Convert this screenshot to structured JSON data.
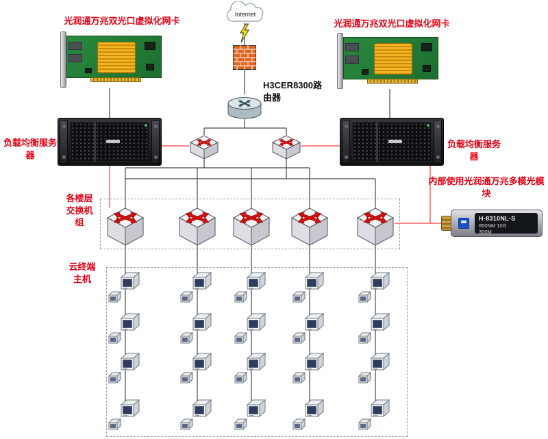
{
  "colors": {
    "label_red": "#e60012",
    "line_red": "#ff3a3a",
    "line_black": "#454545",
    "arrow_red": "#d40d0d"
  },
  "labels": {
    "nic_left": "光润通万兆双光口虚拟化网卡",
    "nic_right": "光润通万兆双光口虚拟化网卡",
    "internet": "Internet",
    "router": "H3CER8300路由器",
    "server_left": "负载均衡服务器",
    "server_right": "负载均衡服务器",
    "switch_group": "各楼层交换机组",
    "sfp_module": "内部使用光润通万兆多模光模块",
    "terminals": "云终端主机"
  },
  "sfp": {
    "model": "H-8310NL-S",
    "spec": "850NM 10G",
    "distance": "300M"
  }
}
